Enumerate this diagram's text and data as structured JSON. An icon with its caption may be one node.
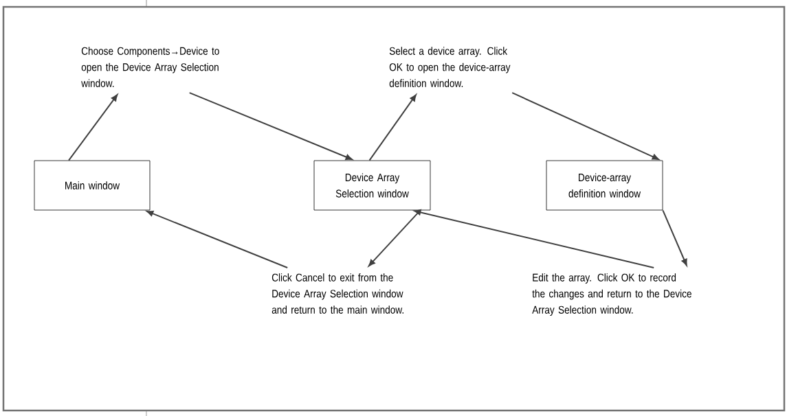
{
  "diagram": {
    "nodes": [
      {
        "text": [
          "Choose Components→Device to open the Device Array Selection window."
        ]
      },
      {
        "text": [
          "Select a device array. Click OK to open the device-array definition window."
        ]
      },
      {
        "text": [
          "Main window"
        ]
      },
      {
        "text": [
          "Device Array Selection window"
        ]
      },
      {
        "text": [
          "Device-array definition window"
        ]
      },
      {
        "text": [
          "Click Cancel to exit from the Device Array Selection window and return to the main window."
        ]
      },
      {
        "text": [
          "Edit the array. Click OK to record the changes and return to the Device Array Selection window."
        ]
      }
    ],
    "edges": [
      {
        "from": 2,
        "to": 0,
        "arrow": "to"
      },
      {
        "from": 0,
        "to": 3,
        "arrow": "to"
      },
      {
        "from": 3,
        "to": 1,
        "arrow": "to"
      },
      {
        "from": 1,
        "to": 4,
        "arrow": "to"
      },
      {
        "from": 4,
        "to": 6,
        "arrow": "to"
      },
      {
        "from": 6,
        "to": 3,
        "arrow": "to"
      },
      {
        "from": 3,
        "to": 5,
        "arrow": "to"
      },
      {
        "from": 5,
        "to": 2,
        "arrow": "to"
      }
    ]
  }
}
